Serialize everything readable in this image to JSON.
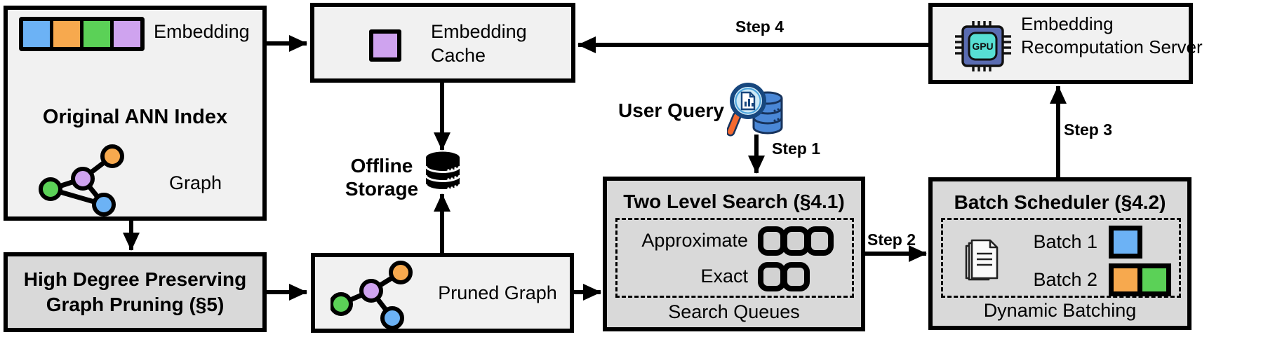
{
  "palette": {
    "blue": "#6cb2f5",
    "orange": "#f7a94e",
    "green": "#5bd157",
    "purple": "#cfa3ef",
    "box_light": "#f1f1f1",
    "box_dark": "#d9d9d9",
    "slot_fill": "#d2d2d2",
    "gpu_body": "#5a6cb2",
    "gpu_core": "#57dfd3",
    "db_blue": "#4a87d6",
    "db_outline": "#17335c",
    "lens_fill": "#cde9f6",
    "handle_orange": "#f4692f"
  },
  "ann_index": {
    "title": "Original ANN Index",
    "embedding_label": "Embedding",
    "graph_label": "Graph",
    "embedding_cells": [
      "#6cb2f5",
      "#f7a94e",
      "#5bd157",
      "#cfa3ef"
    ]
  },
  "embedding_cache": {
    "label": "Embedding Cache"
  },
  "recomputation_server": {
    "label": "Embedding Recomputation Server",
    "chip_text": "GPU"
  },
  "offline_storage": {
    "label": "Offline Storage"
  },
  "user_query": {
    "label": "User Query"
  },
  "high_degree_pruning": {
    "title": "High Degree Preserving Graph Pruning (§5)"
  },
  "pruned_graph": {
    "label": "Pruned Graph"
  },
  "two_level_search": {
    "title": "Two Level Search (§4.1)",
    "rows": [
      {
        "label": "Approximate",
        "slots": 3
      },
      {
        "label": "Exact",
        "slots": 2
      }
    ],
    "footer": "Search Queues"
  },
  "batch_scheduler": {
    "title": "Batch Scheduler (§4.2)",
    "rows": [
      {
        "label": "Batch 1",
        "cells": [
          "#6cb2f5"
        ]
      },
      {
        "label": "Batch 2",
        "cells": [
          "#f7a94e",
          "#5bd157"
        ]
      }
    ],
    "footer": "Dynamic Batching"
  },
  "steps": {
    "step1": "Step 1",
    "step2": "Step 2",
    "step3": "Step 3",
    "step4": "Step 4"
  }
}
